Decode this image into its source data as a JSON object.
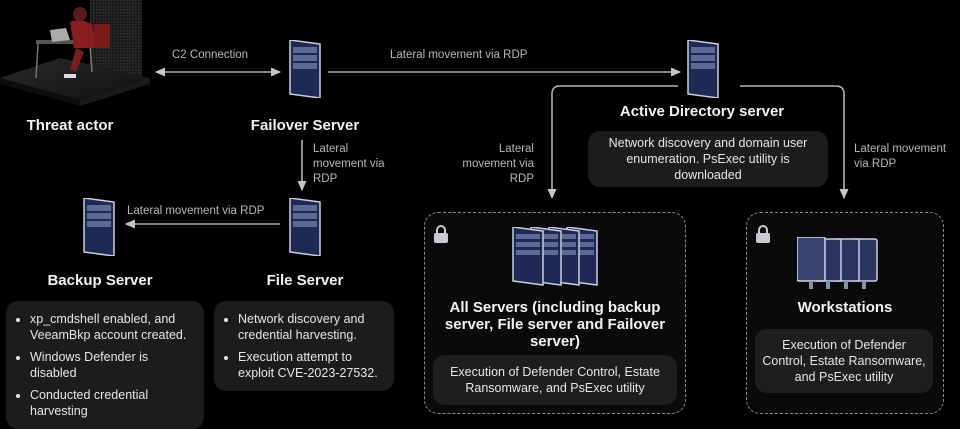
{
  "nodes": {
    "threat_actor": {
      "label": "Threat actor"
    },
    "failover_server": {
      "label": "Failover Server"
    },
    "active_directory": {
      "label": "Active Directory server"
    },
    "backup_server": {
      "label": "Backup Server"
    },
    "file_server": {
      "label": "File Server"
    },
    "all_servers": {
      "label": "All Servers (including backup server, File server and Failover server)"
    },
    "workstations": {
      "label": "Workstations"
    }
  },
  "edges": {
    "c2": "C2 Connection",
    "failover_to_ad": "Lateral movement via RDP",
    "failover_to_file": "Lateral movement via RDP",
    "file_to_backup": "Lateral movement via RDP",
    "ad_to_servers": "Lateral movement via RDP",
    "ad_to_workstations": "Lateral movement via RDP"
  },
  "notes": {
    "active_directory": "Network discovery and domain user enumeration. PsExec utility is downloaded",
    "backup_server": [
      "xp_cmdshell enabled, and VeeamBkp account created.",
      "Windows Defender is disabled",
      "Conducted credential harvesting"
    ],
    "file_server": [
      "Network discovery and credential harvesting.",
      "Execution attempt to exploit CVE-2023-27532."
    ],
    "all_servers": "Execution of Defender Control, Estate Ransomware, and PsExec utility",
    "workstations": "Execution of Defender Control, Estate Ransomware, and PsExec utility"
  },
  "icons": {
    "server": "server-rack-icon",
    "workstation": "monitor-icon",
    "lock": "lock-icon",
    "threat_actor": "hacker-at-desk-illustration"
  },
  "colors": {
    "background": "#000000",
    "note_bg": "#1c1c1e",
    "server_blue": "#1e2a55",
    "line": "#b5b5b5"
  }
}
